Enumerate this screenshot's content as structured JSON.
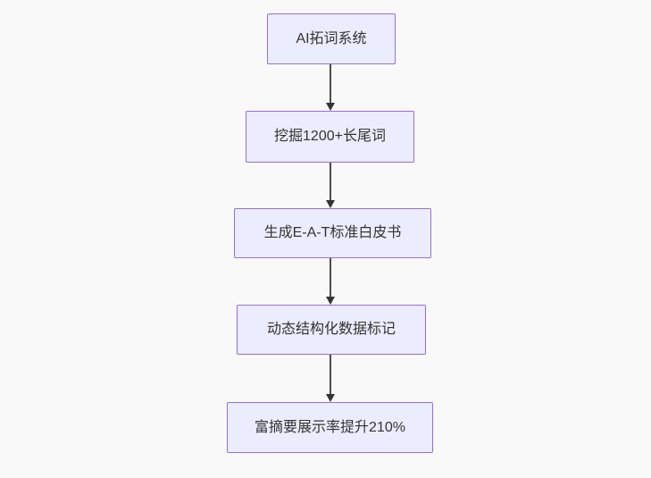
{
  "flowchart": {
    "type": "flowchart",
    "direction": "top-down",
    "nodes": [
      {
        "label": "AI拓词系统"
      },
      {
        "label": "挖掘1200+长尾词"
      },
      {
        "label": "生成E-A-T标准白皮书"
      },
      {
        "label": "动态结构化数据标记"
      },
      {
        "label": "富摘要展示率提升210%"
      }
    ],
    "edges": [
      {
        "from": "AI拓词系统",
        "to": "挖掘1200+长尾词"
      },
      {
        "from": "挖掘1200+长尾词",
        "to": "生成E-A-T标准白皮书"
      },
      {
        "from": "生成E-A-T标准白皮书",
        "to": "动态结构化数据标记"
      },
      {
        "from": "动态结构化数据标记",
        "to": "富摘要展示率提升210%"
      }
    ],
    "colors": {
      "background": "#f9f9f9",
      "node_fill": "#ECECFF",
      "node_border": "#9370DB",
      "edge": "#4d4d4d",
      "edge_head": "#333333",
      "text": "#333333"
    }
  }
}
